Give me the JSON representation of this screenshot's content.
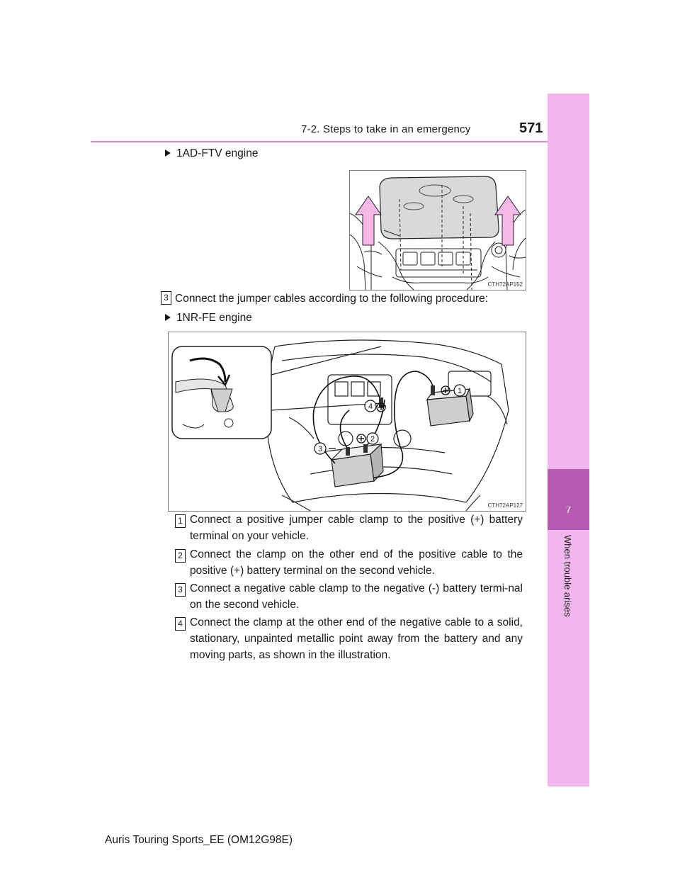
{
  "header": {
    "section_title": "7-2. Steps to take in an emergency",
    "page_number": "571"
  },
  "side_tab": {
    "chapter_number": "7",
    "chapter_title": "When trouble arises"
  },
  "content": {
    "engine_1ad": "1AD-FTV engine",
    "fig1_code": "CTH72AP152",
    "step3_number": "3",
    "step3_text": "Connect the jumper cables according to the following procedure:",
    "engine_1nr": "1NR-FE engine",
    "fig2_code": "CTH72AP127",
    "fig2_labels": [
      "1",
      "2",
      "3",
      "4"
    ],
    "substeps": [
      {
        "number": "1",
        "text": "Connect a positive jumper cable clamp to the positive (+) battery terminal on your vehicle."
      },
      {
        "number": "2",
        "text": "Connect the clamp on the other end of the positive cable to the positive (+) battery terminal on the second vehicle."
      },
      {
        "number": "3",
        "text": "Connect a negative cable clamp to the negative (-) battery termi-nal on the second vehicle."
      },
      {
        "number": "4",
        "text": "Connect the clamp at the other end of the negative cable to a solid, stationary, unpainted metallic point away from the battery and any moving parts, as shown in the illustration."
      }
    ]
  },
  "footer": {
    "text": "Auris Touring Sports_EE (OM12G98E)"
  },
  "colors": {
    "side_tab": "#f2b6ee",
    "chapter_block": "#b85ab4",
    "header_rule": "#d98ad0",
    "arrow_fill": "#f5b8e8"
  }
}
